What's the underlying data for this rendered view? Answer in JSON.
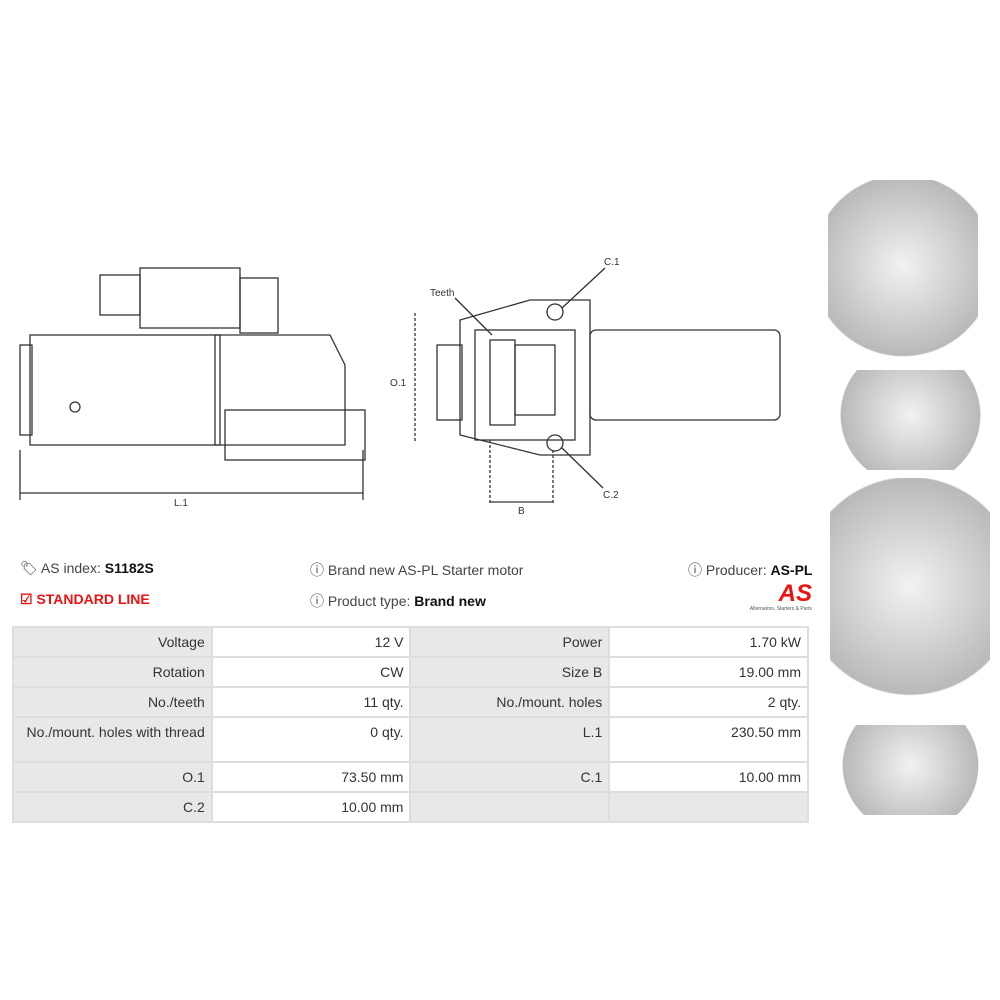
{
  "diagram": {
    "l1": "L.1",
    "teeth": "Teeth",
    "c1": "C.1",
    "o1": "O.1",
    "b": "B",
    "c2": "C.2"
  },
  "info": {
    "as_index_label": "AS index:",
    "as_index": "S1182S",
    "line": "STANDARD LINE",
    "description": "Brand new AS-PL Starter motor",
    "product_type_label": "Product type:",
    "product_type": "Brand new",
    "producer_label": "Producer:",
    "producer": "AS-PL",
    "logo_text": "AS",
    "logo_tagline": "Alternators, Starters & Parts"
  },
  "specs": [
    [
      "Voltage",
      "12 V",
      "Power",
      "1.70 kW"
    ],
    [
      "Rotation",
      "CW",
      "Size B",
      "19.00 mm"
    ],
    [
      "No./teeth",
      "11 qty.",
      "No./mount. holes",
      "2 qty."
    ],
    [
      "No./mount. holes with thread",
      "0 qty.",
      "L.1",
      "230.50 mm"
    ],
    [
      "O.1",
      "73.50 mm",
      "C.1",
      "10.00 mm"
    ],
    [
      "C.2",
      "10.00 mm",
      "",
      ""
    ]
  ],
  "colors": {
    "accent": "#ee1111"
  }
}
